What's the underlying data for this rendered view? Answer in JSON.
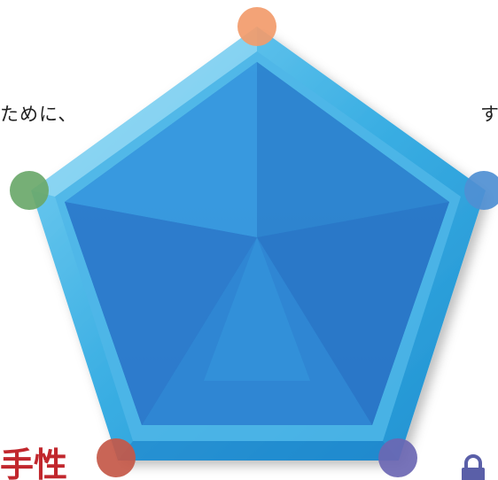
{
  "texts": {
    "left": "ために、",
    "right": "す",
    "bottom_left": "手性"
  },
  "icons": {
    "bottom_right": "lock-icon"
  },
  "colors": {
    "pentagon_face": "#2d86d2",
    "pentagon_rim": "#5cc0ec",
    "node_top": "#f29b6b",
    "node_left": "#6aa86a",
    "node_right": "#4f8fd3",
    "node_bottom_left": "#c45848",
    "node_bottom_right": "#6b67b3",
    "text_accent": "#c1272d",
    "lock_color": "#5a5fa8"
  }
}
